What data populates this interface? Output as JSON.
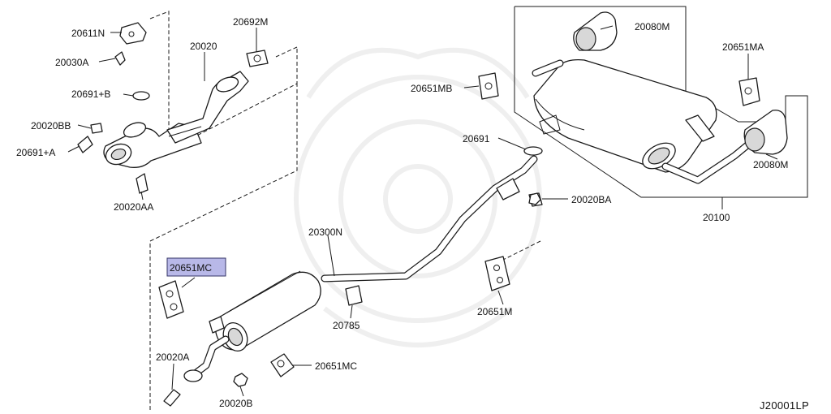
{
  "diagram": {
    "highlight_color": "#b8b8e8",
    "code": "J20001LP",
    "labels": [
      {
        "id": "20611N",
        "text": "20611N"
      },
      {
        "id": "20030A",
        "text": "20030A"
      },
      {
        "id": "20691B",
        "text": "20691+B"
      },
      {
        "id": "20020BB",
        "text": "20020BB"
      },
      {
        "id": "20691A",
        "text": "20691+A"
      },
      {
        "id": "20020AA",
        "text": "20020AA"
      },
      {
        "id": "20020",
        "text": "20020"
      },
      {
        "id": "20692M",
        "text": "20692M"
      },
      {
        "id": "20080M-top",
        "text": "20080M"
      },
      {
        "id": "20651MA",
        "text": "20651MA"
      },
      {
        "id": "20651MB",
        "text": "20651MB"
      },
      {
        "id": "20691",
        "text": "20691"
      },
      {
        "id": "20080M-right",
        "text": "20080M"
      },
      {
        "id": "20020BA",
        "text": "20020BA"
      },
      {
        "id": "20100",
        "text": "20100"
      },
      {
        "id": "20300N",
        "text": "20300N"
      },
      {
        "id": "20651MC-hl",
        "text": "20651MC"
      },
      {
        "id": "20785",
        "text": "20785"
      },
      {
        "id": "20651M",
        "text": "20651M"
      },
      {
        "id": "20020A",
        "text": "20020A"
      },
      {
        "id": "20651MC",
        "text": "20651MC"
      },
      {
        "id": "20020B",
        "text": "20020B"
      }
    ]
  }
}
